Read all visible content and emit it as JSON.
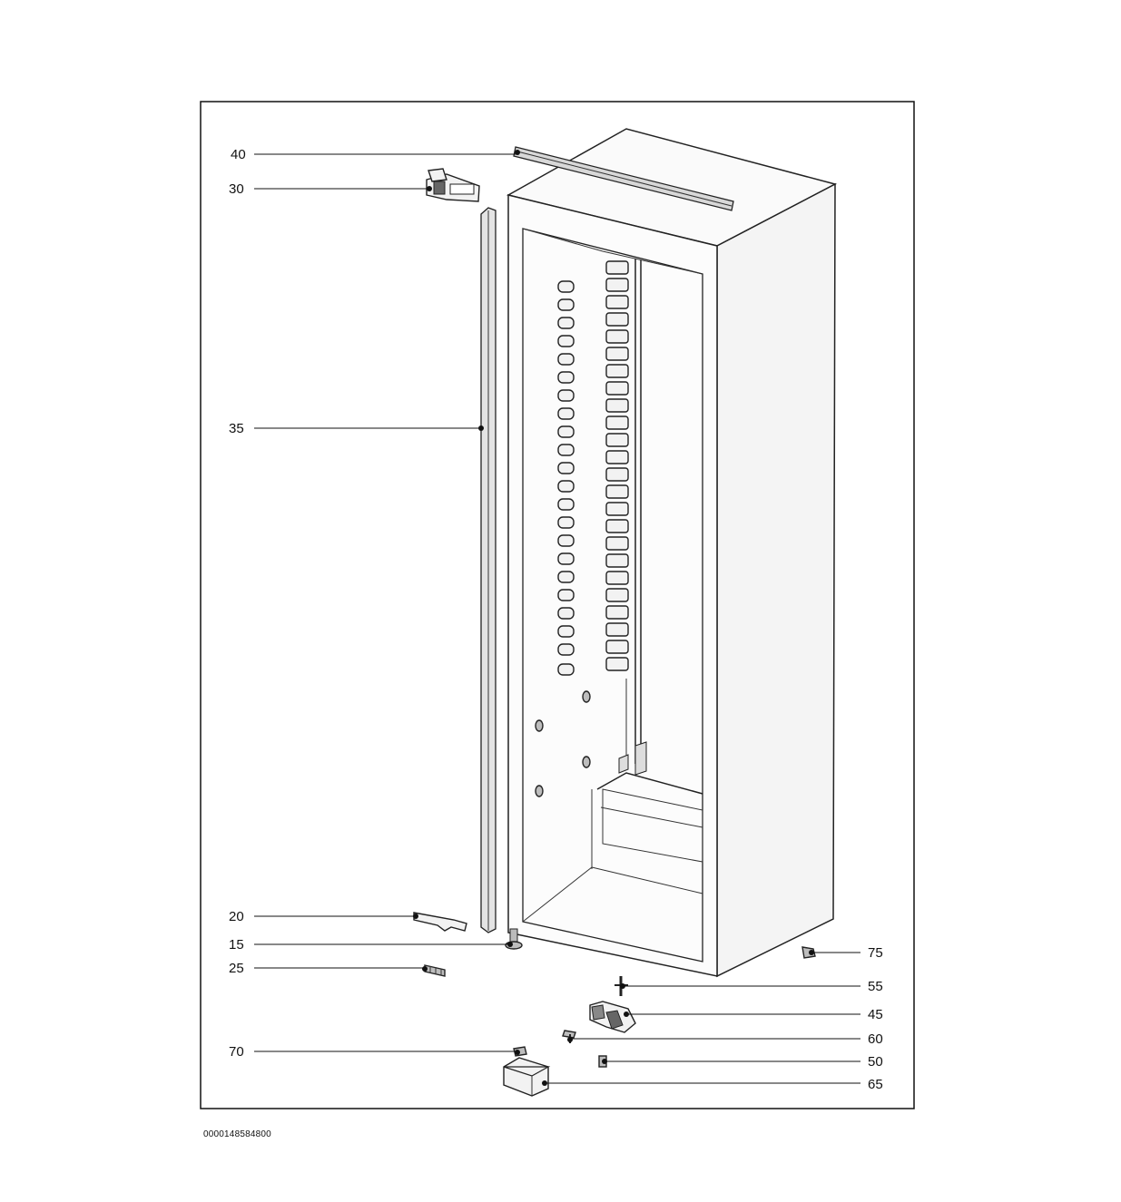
{
  "callouts": {
    "c40": "40",
    "c30": "30",
    "c35": "35",
    "c20": "20",
    "c15": "15",
    "c25": "25",
    "c70": "70",
    "c75": "75",
    "c55": "55",
    "c45": "45",
    "c60": "60",
    "c50": "50",
    "c65": "65"
  },
  "drawing_number": "0000148584800"
}
